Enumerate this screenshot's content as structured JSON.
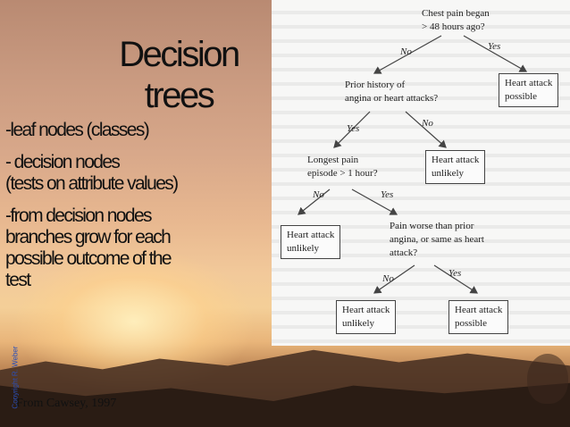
{
  "slide": {
    "title_line1": "Decision",
    "title_line2": "trees",
    "bullets": [
      "-leaf nodes (classes)",
      "- decision nodes\n(tests on attribute values)",
      "-from decision nodes\nbranches grow for each\npossible outcome of the\ntest"
    ],
    "copyright": "Copyright R. Weber",
    "credit": "From Cawsey, 1997"
  },
  "tree": {
    "root": "Chest pain began\n> 48 hours ago?",
    "leaf_possible_1": "Heart attack\npossible",
    "q_prior": "Prior history of\nangina or heart attacks?",
    "leaf_unlikely_1": "Heart attack\nunlikely",
    "q_longest": "Longest pain\nepisode > 1 hour?",
    "leaf_unlikely_2": "Heart attack\nunlikely",
    "q_worse": "Pain worse than prior\nangina, or same as heart\nattack?",
    "leaf_unlikely_3": "Heart attack\nunlikely",
    "leaf_possible_2": "Heart attack\npossible",
    "edge_no": "No",
    "edge_yes": "Yes"
  },
  "colors": {
    "copyright_text": "#2a4fb8",
    "panel_bg": "#f7f7f6"
  }
}
